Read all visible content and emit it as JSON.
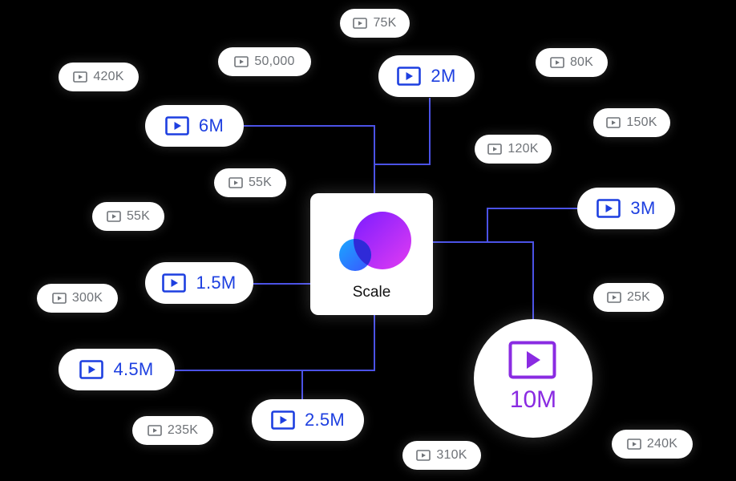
{
  "colors": {
    "background": "#000000",
    "connector": "#4b52e6",
    "major_text": "#1d3fe0",
    "minor_text": "#6f7378",
    "highlight": "#8a2be2"
  },
  "hub": {
    "label": "Scale",
    "logo_icon": "overlapping-circles-icon"
  },
  "major_nodes": {
    "n6m": "6M",
    "n2m": "2M",
    "n3m": "3M",
    "n15m": "1.5M",
    "n45m": "4.5M",
    "n25m": "2.5M"
  },
  "highlight_node": {
    "value": "10M",
    "icon": "play-icon"
  },
  "minor_nodes": {
    "n75k": "75K",
    "n50000": "50,000",
    "n420k": "420K",
    "n80k": "80K",
    "n150k": "150K",
    "n120k": "120K",
    "n55k_a": "55K",
    "n55k_b": "55K",
    "n300k": "300K",
    "n25k": "25K",
    "n235k": "235K",
    "n310k": "310K",
    "n240k": "240K"
  },
  "item_icon": "play-icon"
}
